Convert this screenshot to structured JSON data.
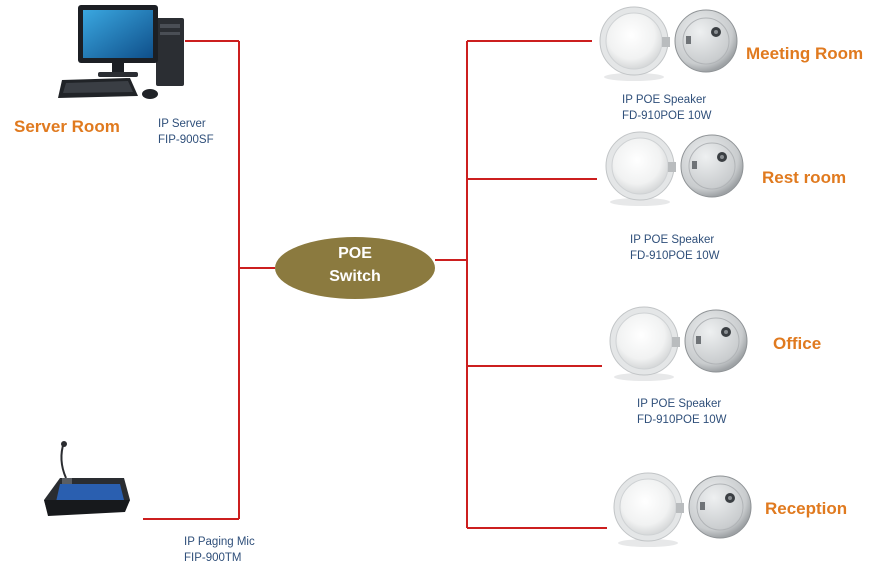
{
  "colors": {
    "wire": "#cc1f1f",
    "switch_fill": "#8b7a3f",
    "room_label": "#e07a1f",
    "model_label": "#2f4f7a"
  },
  "switch": {
    "line1": "POE",
    "line2": "Switch"
  },
  "server": {
    "room": "Server Room",
    "device": "IP Server",
    "model": "FIP-900SF",
    "icon": "desktop-computer-icon"
  },
  "mic": {
    "device": "IP Paging Mic",
    "model": "FIP-900TM",
    "icon": "paging-microphone-icon"
  },
  "speakers": [
    {
      "room": "Meeting Room",
      "device": "IP  POE Speaker",
      "model": "FD-910POE  10W",
      "icon": "ceiling-speaker-icon"
    },
    {
      "room": "Rest room",
      "device": "IP  POE Speaker",
      "model": "FD-910POE  10W",
      "icon": "ceiling-speaker-icon"
    },
    {
      "room": "Office",
      "device": "IP  POE Speaker",
      "model": "FD-910POE  10W",
      "icon": "ceiling-speaker-icon"
    },
    {
      "room": "Reception",
      "icon": "ceiling-speaker-icon"
    }
  ]
}
